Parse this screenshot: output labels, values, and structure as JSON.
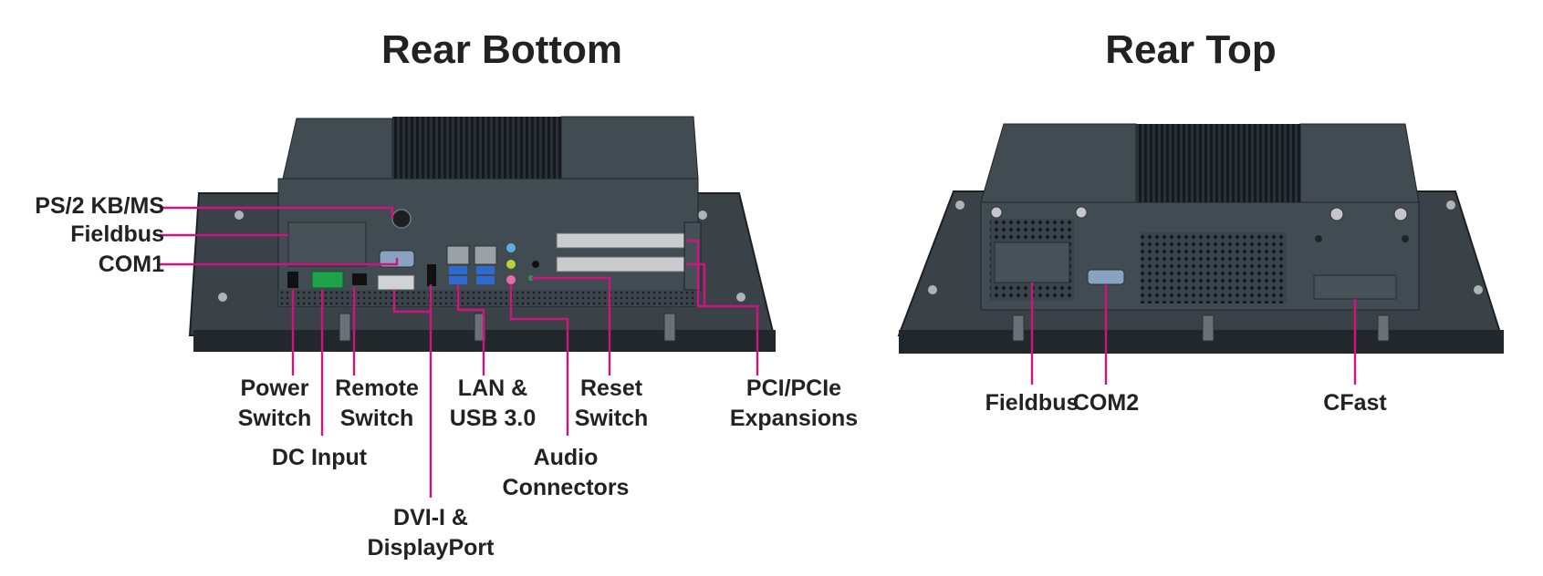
{
  "titles": {
    "rear_bottom": "Rear Bottom",
    "rear_top": "Rear Top"
  },
  "colors": {
    "leader": "#d0147f",
    "chassis": "#3d484f",
    "bezel": "#2b3035"
  },
  "labels": {
    "ps2": "PS/2 KB/MS",
    "fieldbus_left": "Fieldbus",
    "com1": "COM1",
    "power_switch": {
      "l1": "Power",
      "l2": "Switch"
    },
    "remote_switch": {
      "l1": "Remote",
      "l2": "Switch"
    },
    "lan_usb": {
      "l1": "LAN &",
      "l2": "USB 3.0"
    },
    "reset_switch": {
      "l1": "Reset",
      "l2": "Switch"
    },
    "pci": {
      "l1": "PCI/PCIe",
      "l2": "Expansions"
    },
    "dc_input": "DC Input",
    "audio": {
      "l1": "Audio",
      "l2": "Connectors"
    },
    "dvi": {
      "l1": "DVI-I &",
      "l2": "DisplayPort"
    },
    "fieldbus_right": "Fieldbus",
    "com2": "COM2",
    "cfast": "CFast"
  }
}
